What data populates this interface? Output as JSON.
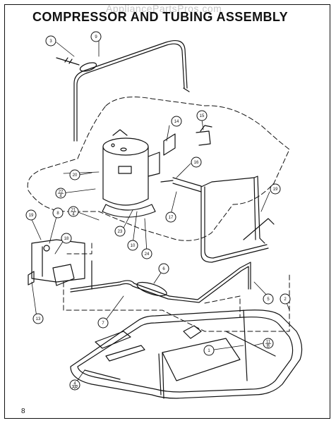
{
  "title": "COMPRESSOR AND TUBING ASSEMBLY",
  "watermark": "AppliancePartsPros.com",
  "page_number": "8",
  "callouts": [
    {
      "id": "c1",
      "label": "1"
    },
    {
      "id": "c2",
      "label": "2"
    },
    {
      "id": "c3",
      "label": "3"
    },
    {
      "id": "c4ar",
      "label": "4",
      "sub": "AR"
    },
    {
      "id": "c5",
      "label": "5"
    },
    {
      "id": "c6",
      "label": "6"
    },
    {
      "id": "c7",
      "label": "7"
    },
    {
      "id": "c8",
      "label": "8"
    },
    {
      "id": "c9",
      "label": "9"
    },
    {
      "id": "c10",
      "label": "10"
    },
    {
      "id": "c11",
      "label": "11",
      "sub": "B"
    },
    {
      "id": "c13",
      "label": "13"
    },
    {
      "id": "c14",
      "label": "14"
    },
    {
      "id": "c15",
      "label": "15"
    },
    {
      "id": "c16",
      "label": "16"
    },
    {
      "id": "c17",
      "label": "17"
    },
    {
      "id": "c18",
      "label": "18"
    },
    {
      "id": "c19a",
      "label": "19"
    },
    {
      "id": "c19b",
      "label": "19"
    },
    {
      "id": "c20",
      "label": "20"
    },
    {
      "id": "c21",
      "label": "21",
      "sub": "4"
    },
    {
      "id": "c22",
      "label": "22",
      "sub": "4"
    },
    {
      "id": "c23",
      "label": "23"
    },
    {
      "id": "c24",
      "label": "24"
    }
  ]
}
